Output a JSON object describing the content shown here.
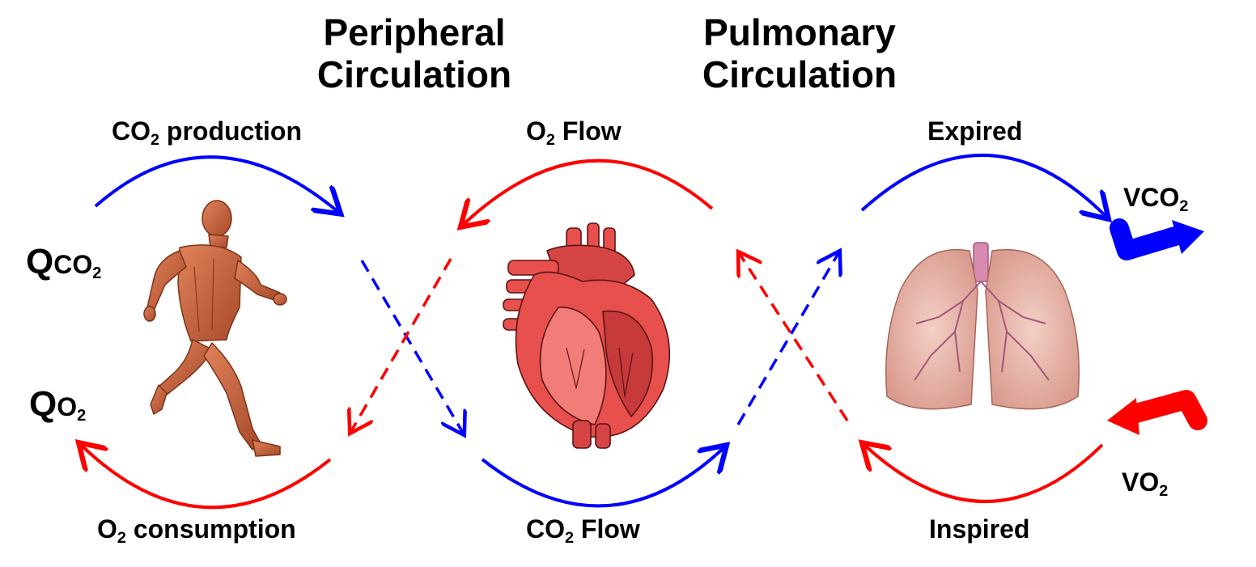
{
  "titles": {
    "peripheral_line1": "Peripheral",
    "peripheral_line2": "Circulation",
    "pulmonary_line1": "Pulmonary",
    "pulmonary_line2": "Circulation"
  },
  "labels": {
    "co2_production": {
      "main": "CO",
      "sub": "2",
      "rest": " production"
    },
    "o2_consumption": {
      "main": "O",
      "sub": "2",
      "rest": " consumption"
    },
    "o2_flow": {
      "main": "O",
      "sub": "2",
      "rest": " Flow"
    },
    "co2_flow": {
      "main": "CO",
      "sub": "2",
      "rest": " Flow"
    },
    "expired": "Expired",
    "inspired": "Inspired",
    "qco2": {
      "q": "Q",
      "main": "CO",
      "sub": "2"
    },
    "qo2": {
      "q": "Q",
      "main": "O",
      "sub": "2"
    },
    "vco2": {
      "main": "VCO",
      "sub": "2"
    },
    "vo2": {
      "main": "VO",
      "sub": "2"
    }
  },
  "colors": {
    "o2": "#ff0000",
    "co2": "#0000ff",
    "muscle": "#c8643c",
    "heart": "#e8504e",
    "lung": "#e3a99e"
  },
  "icons": {
    "runner": "runner-anatomy-icon",
    "heart": "heart-anatomy-icon",
    "lungs": "lungs-anatomy-icon"
  }
}
